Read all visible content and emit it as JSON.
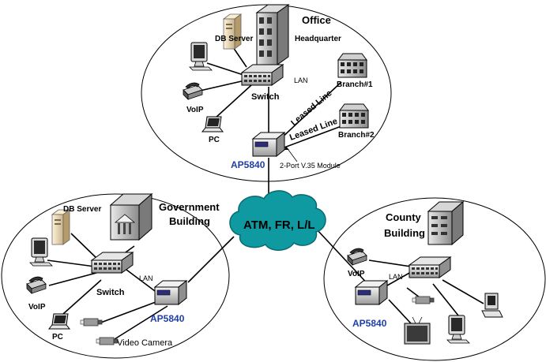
{
  "colors": {
    "cloud": "#0e9aa0",
    "model_label": "#1f3fa8",
    "line": "#000000"
  },
  "office": {
    "title": "Office",
    "headquarter": "Headquarter",
    "db_server": "DB Server",
    "lan": "LAN",
    "switch": "Switch",
    "voip": "VoIP",
    "pc": "PC",
    "leased_line_1": "Leased Line",
    "leased_line_2": "Leased Line",
    "branch1": "Branch#1",
    "branch2": "Branch#2",
    "model": "AP5840",
    "module": "2-Port V.35 Module"
  },
  "cloud": {
    "label": "ATM, FR, L/L"
  },
  "government": {
    "title_line1": "Government",
    "title_line2": "Building",
    "db_server": "DB Server",
    "lan": "LAN",
    "switch": "Switch",
    "voip": "VoIP",
    "pc": "PC",
    "model": "AP5840",
    "video_camera": "Video Camera"
  },
  "county": {
    "title_line1": "County",
    "title_line2": "Building",
    "voip": "VoIP",
    "lan": "LAN",
    "model": "AP5840"
  },
  "icons": [
    "building-icon",
    "server-icon",
    "switch-icon",
    "monitor-icon",
    "phone-icon",
    "laptop-icon",
    "router-icon",
    "camera-icon",
    "tv-icon",
    "cloud-icon"
  ]
}
